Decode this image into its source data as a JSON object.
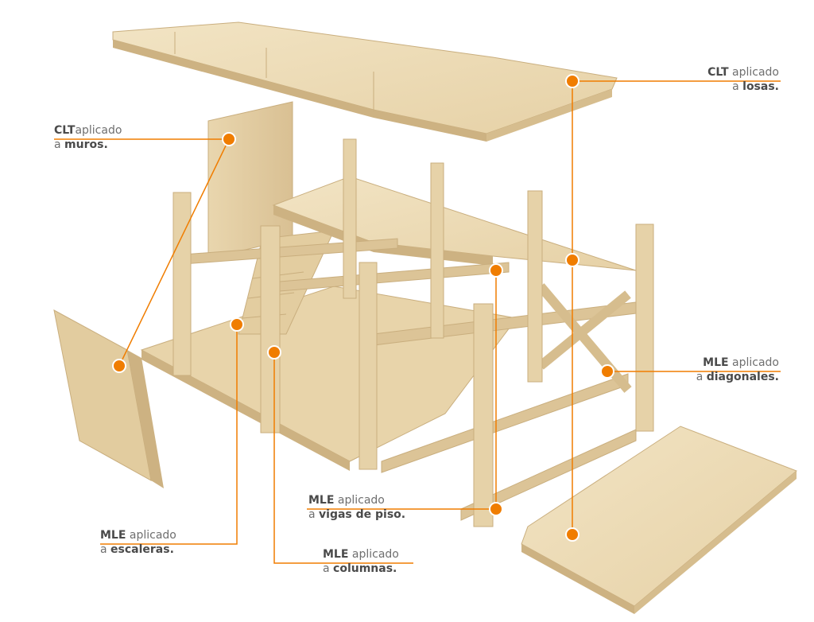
{
  "colors": {
    "accent": "#F07D00",
    "wood_light": "#EEDDB8",
    "wood_mid": "#E3CDA0",
    "wood_dark": "#CDB282",
    "label_bold": "#4A4A4A",
    "label_text": "#6F6F6F"
  },
  "callouts": {
    "losas": {
      "bold": "CLT",
      "rest": " aplicado",
      "line2_prefix": "a ",
      "line2_bold": "losas."
    },
    "muros": {
      "bold": "CLT",
      "rest": "aplicado",
      "line2_prefix": "a ",
      "line2_bold": "muros."
    },
    "diagonales": {
      "bold": "MLE",
      "rest": " aplicado",
      "line2_prefix": "a ",
      "line2_bold": "diagonales."
    },
    "vigas": {
      "bold": "MLE",
      "rest": " aplicado",
      "line2_prefix": "a ",
      "line2_bold": "vigas de piso."
    },
    "escaleras": {
      "bold": "MLE",
      "rest": " aplicado",
      "line2_prefix": "a ",
      "line2_bold": "escaleras."
    },
    "columnas": {
      "bold": "MLE",
      "rest": " aplicado",
      "line2_prefix": "a ",
      "line2_bold": "columnas."
    }
  }
}
